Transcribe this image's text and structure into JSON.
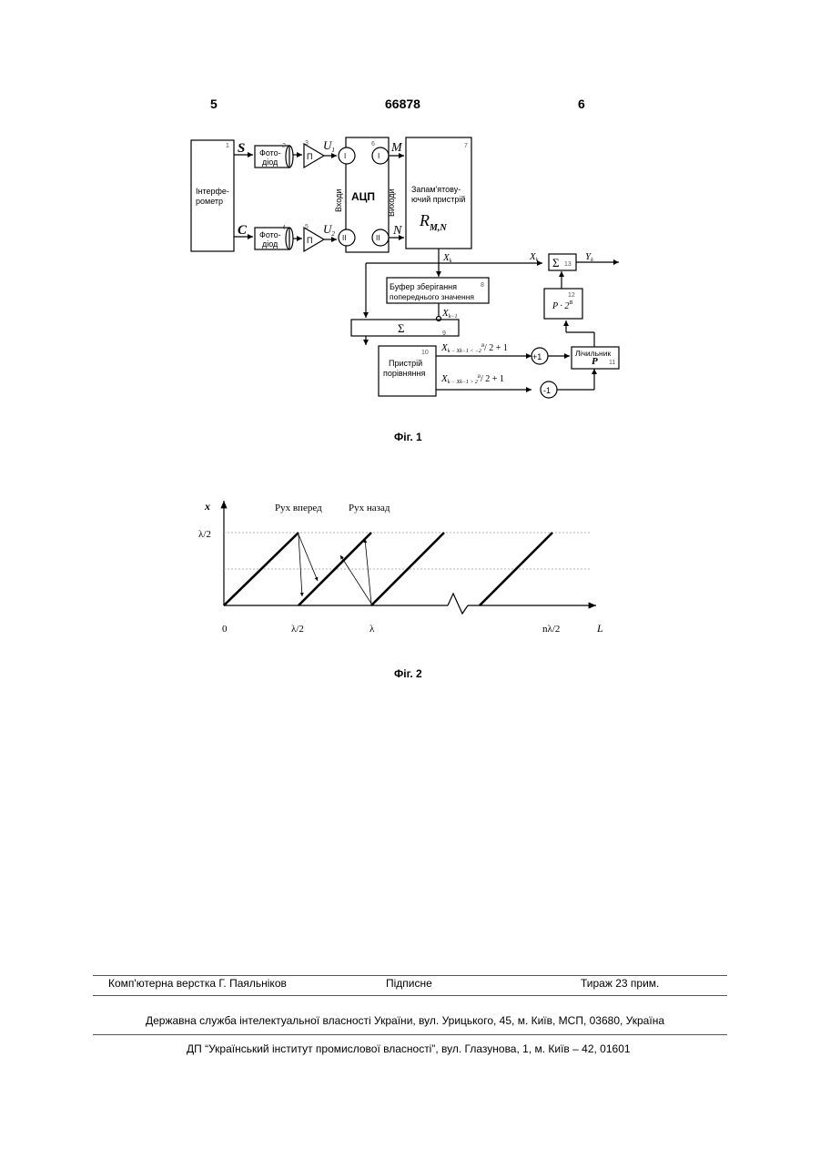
{
  "header": {
    "page_left": "5",
    "patent_number": "66878",
    "page_right": "6"
  },
  "figure1": {
    "caption": "Фіг. 1",
    "interferometer": {
      "line1": "Інтерфе-",
      "line2": "рометр",
      "num": "1"
    },
    "input_S": "S",
    "input_C": "C",
    "photodiode_top": {
      "line1": "Фото-",
      "line2": "діод",
      "num": "2"
    },
    "photodiode_bottom": {
      "line1": "Фото-",
      "line2": "діод",
      "num": "4"
    },
    "amp_top": {
      "label": "П",
      "num": "3"
    },
    "amp_bottom": {
      "label": "П",
      "num": "5"
    },
    "u1": "U",
    "u1_sub": "1",
    "u2": "U",
    "u2_sub": "2",
    "adc": {
      "label": "АЦП",
      "inputs": "Входи",
      "outputs": "Виходи",
      "num": "6",
      "in1": "I",
      "in2": "II",
      "out1": "I",
      "out2": "II"
    },
    "out_M": "M",
    "out_N": "N",
    "memory": {
      "line1": "Запам'ятову-",
      "line2": "ючий пристрій",
      "R": "R",
      "R_sub": "M,N",
      "num": "7"
    },
    "xk": "X",
    "xk_sub": "k",
    "buffer": {
      "line1": "Буфер зберігання",
      "line2": "попереднього значення",
      "num": "8"
    },
    "xk1": "X",
    "xk1_sub": "k−1",
    "summer9": {
      "label": "Σ",
      "num": "9"
    },
    "comparator": {
      "line1": "Пристрій",
      "line2": "порівняння",
      "num": "10"
    },
    "cond_upper": "X",
    "cond_upper_rest": "k − X",
    "cond_upper_tail": "k−1 < −2",
    "cond_upper_exp": "B",
    "cond_upper_end": "/ 2 + 1",
    "cond_lower": "X",
    "cond_lower_rest": "k − X",
    "cond_lower_tail": "k−1 > 2",
    "cond_lower_exp": "B",
    "cond_lower_end": "/ 2 + 1",
    "plus_one": "+1",
    "minus_one": "-1",
    "counter": {
      "line1": "Лічильник",
      "P": "P",
      "num": "11"
    },
    "multiplier": {
      "label": "P · 2",
      "exp": "B",
      "num": "12"
    },
    "summer13": {
      "label": "Σ",
      "num": "13"
    },
    "xk_in": "X",
    "xk_in_sub": "k",
    "yk": "Y",
    "yk_sub": "k"
  },
  "figure2": {
    "caption": "Фіг. 2",
    "y_axis_label": "x",
    "x_axis_label": "L",
    "y_tick": "λ/2",
    "x_ticks": [
      "0",
      "λ/2",
      "λ",
      "nλ/2"
    ],
    "label_forward": "Рух вперед",
    "label_backward": "Рух назад"
  },
  "footer": {
    "layout_by": "Комп'ютерна верстка Г. Паяльніков",
    "signed": "Підписне",
    "circulation": "Тираж 23 прим.",
    "agency": "Державна служба інтелектуальної власності України, вул. Урицького, 45, м. Київ, МСП, 03680, Україна",
    "institute": "ДП “Український інститут промислової власності”, вул. Глазунова, 1, м. Київ – 42, 01601"
  }
}
